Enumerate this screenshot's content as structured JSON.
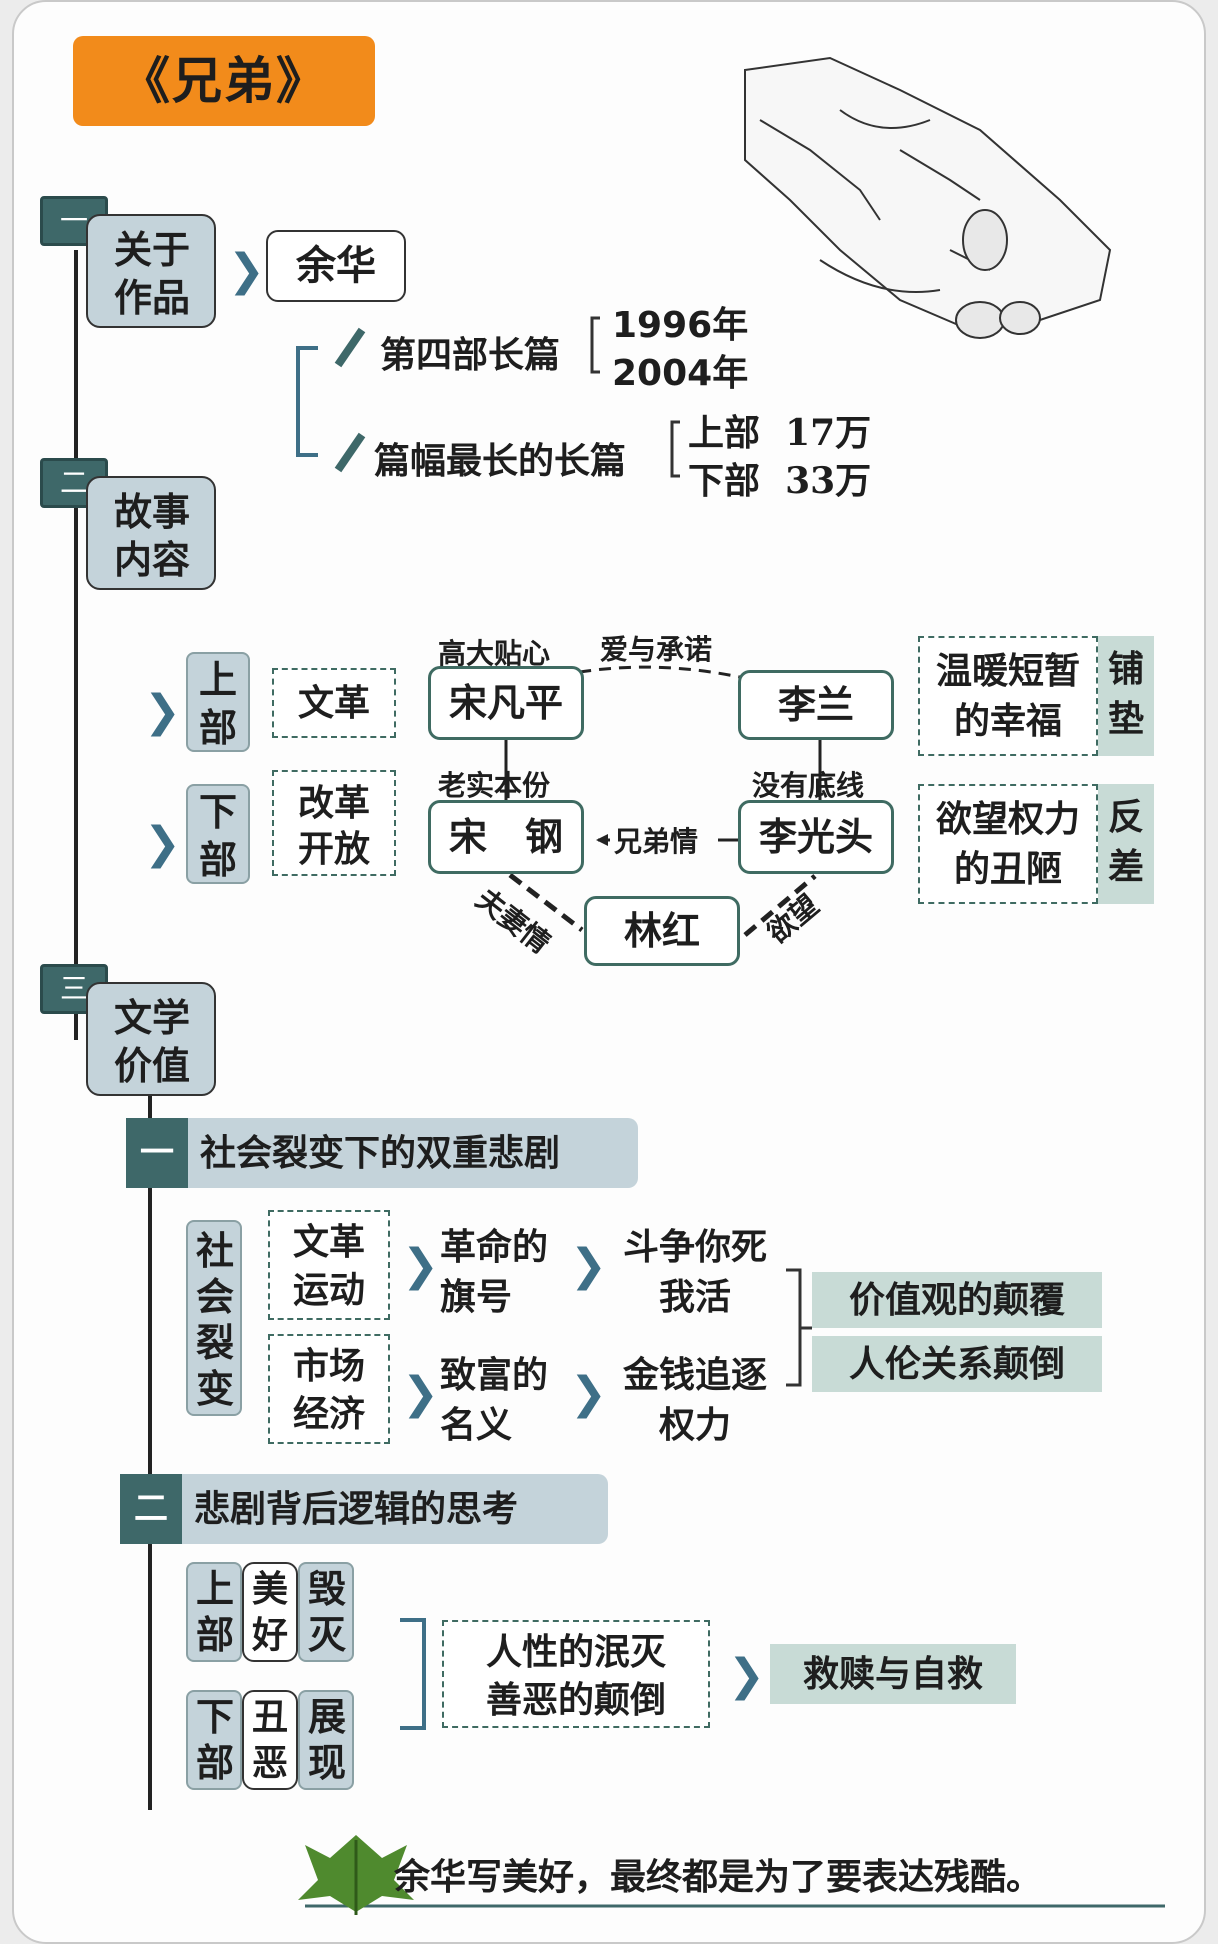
{
  "title": "《兄弟》",
  "sections": [
    {
      "num": "一",
      "label": "关于作品"
    },
    {
      "num": "二",
      "label": "故事内容"
    },
    {
      "num": "三",
      "label": "文学价值"
    }
  ],
  "about": {
    "author": "余华",
    "fourth_novel": "第四部长篇",
    "years": [
      "1996年",
      "2004年"
    ],
    "longest": "篇幅最长的长篇",
    "parts": [
      "上部  17万",
      "下部  33万"
    ]
  },
  "story": {
    "part_up": "上部",
    "part_down": "下部",
    "era_up": "文革",
    "era_down": "改革开放",
    "chars": {
      "song_fanping": "宋凡平",
      "li_lan": "李兰",
      "song_gang": "宋　钢",
      "li_guangtou": "李光头",
      "lin_hong": "林红"
    },
    "rel": {
      "gaoda": "高大贴心",
      "aiyu": "爱与承诺",
      "laoshi": "老实本份",
      "meiyou": "没有底线",
      "xiongdi": "兄弟情",
      "fuqi": "夫妻情",
      "yuwang": "欲望"
    },
    "warm": "温暖短暂的幸福",
    "warm_tag": "铺垫",
    "ugly": "欲望权力的丑陋",
    "ugly_tag": "反差"
  },
  "value": {
    "sub1_num": "一",
    "sub1": "社会裂变下的双重悲剧",
    "social_split": "社会裂变",
    "wenge": "文革运动",
    "shichang": "市场经济",
    "geming": "革命的旗号",
    "zhifu": "致富的名义",
    "douzheng": "斗争你死我活",
    "jinqian": "金钱追逐权力",
    "jiazhi": "价值观的颠覆",
    "renlun": "人伦关系颠倒",
    "sub2_num": "二",
    "sub2": "悲剧背后逻辑的思考",
    "shangbu": "上部",
    "meihao": "美好",
    "huimie": "毁灭",
    "xiabu": "下部",
    "chou_e": "丑恶",
    "zhanxian": "展现",
    "renxing": "人性的泯灭",
    "shane": "善恶的颠倒",
    "jiushu": "救赎与自救"
  },
  "footer": "余华写美好，最终都是为了要表达残酷。",
  "colors": {
    "orange": "#f28b1b",
    "teal": "#3e6869",
    "bluegray": "#c4d3da",
    "green": "#3f6b62"
  }
}
